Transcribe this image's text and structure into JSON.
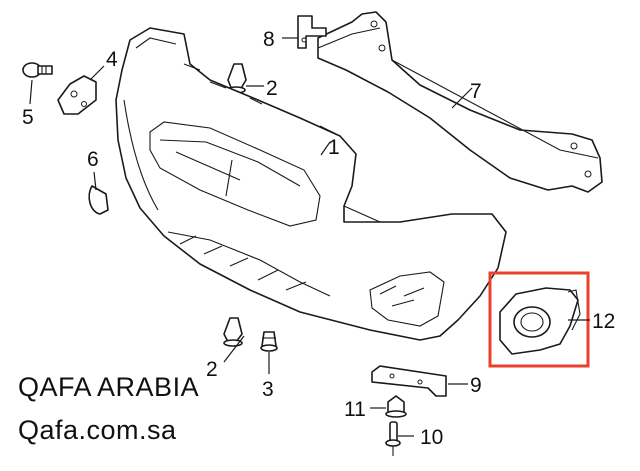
{
  "callouts": [
    {
      "id": "1",
      "label": "1"
    },
    {
      "id": "2a",
      "label": "2"
    },
    {
      "id": "2b",
      "label": "2"
    },
    {
      "id": "3",
      "label": "3"
    },
    {
      "id": "4",
      "label": "4"
    },
    {
      "id": "5",
      "label": "5"
    },
    {
      "id": "6",
      "label": "6"
    },
    {
      "id": "7",
      "label": "7"
    },
    {
      "id": "8",
      "label": "8"
    },
    {
      "id": "9",
      "label": "9"
    },
    {
      "id": "10",
      "label": "10"
    },
    {
      "id": "11",
      "label": "11"
    },
    {
      "id": "12",
      "label": "12"
    }
  ],
  "highlight": {
    "part": "12",
    "color": "#e8412c"
  },
  "watermark": {
    "name": "QAFA ARABIA",
    "url": "Qafa.com.sa"
  }
}
